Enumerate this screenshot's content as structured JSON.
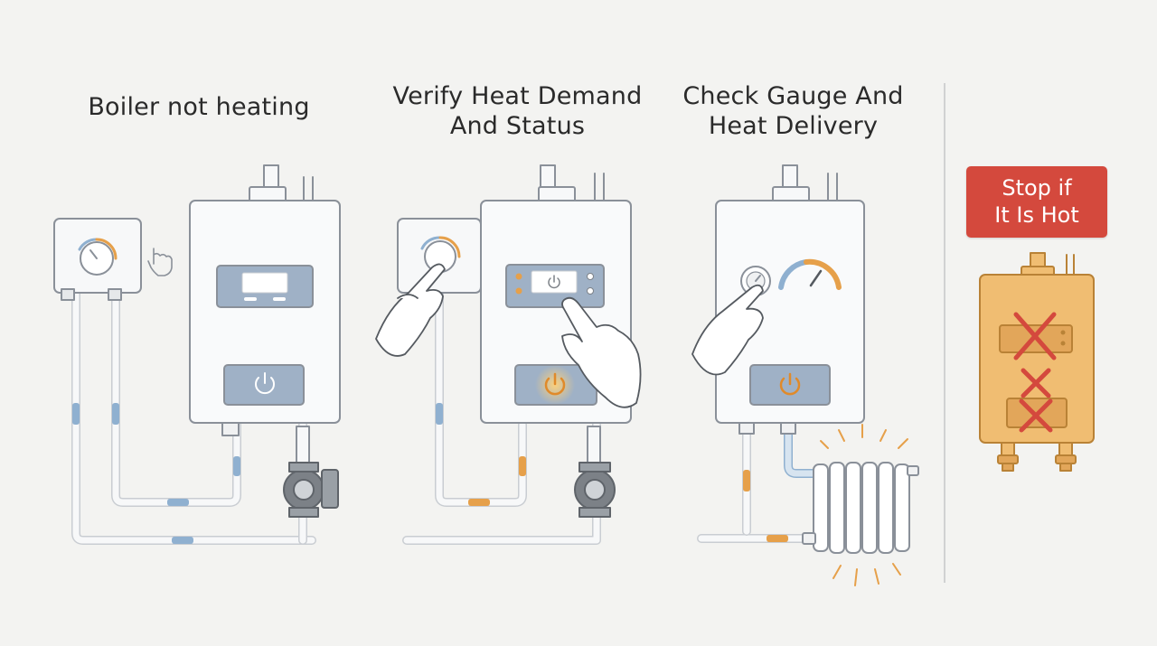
{
  "steps": [
    {
      "id": "step-1",
      "title": "Boiler not heating"
    },
    {
      "id": "step-2",
      "title_lines": [
        "Verify Heat Demand",
        "And Status"
      ]
    },
    {
      "id": "step-3",
      "title_lines": [
        "Check Gauge And",
        "Heat Delivery"
      ]
    }
  ],
  "warning": {
    "lines": [
      "Stop if",
      "It Is Hot"
    ]
  },
  "colors": {
    "background": "#f3f3f1",
    "outline": "#8a9099",
    "panel_fill": "#f7f8f9",
    "display_blue": "#9fb1c6",
    "cool_pipe_marker": "#8fb0d0",
    "warm_orange": "#e6a04a",
    "hot_boiler_fill": "#f0bd72",
    "warning_red": "#d4493d",
    "pump_grey": "#7c8187"
  },
  "icons": [
    "thermostat-dial-icon",
    "pointer-hand-icon",
    "power-button-icon",
    "pressure-gauge-icon",
    "temperature-gauge-icon",
    "circulator-pump-icon",
    "radiator-icon",
    "finger-press-icon",
    "red-x-icon"
  ]
}
